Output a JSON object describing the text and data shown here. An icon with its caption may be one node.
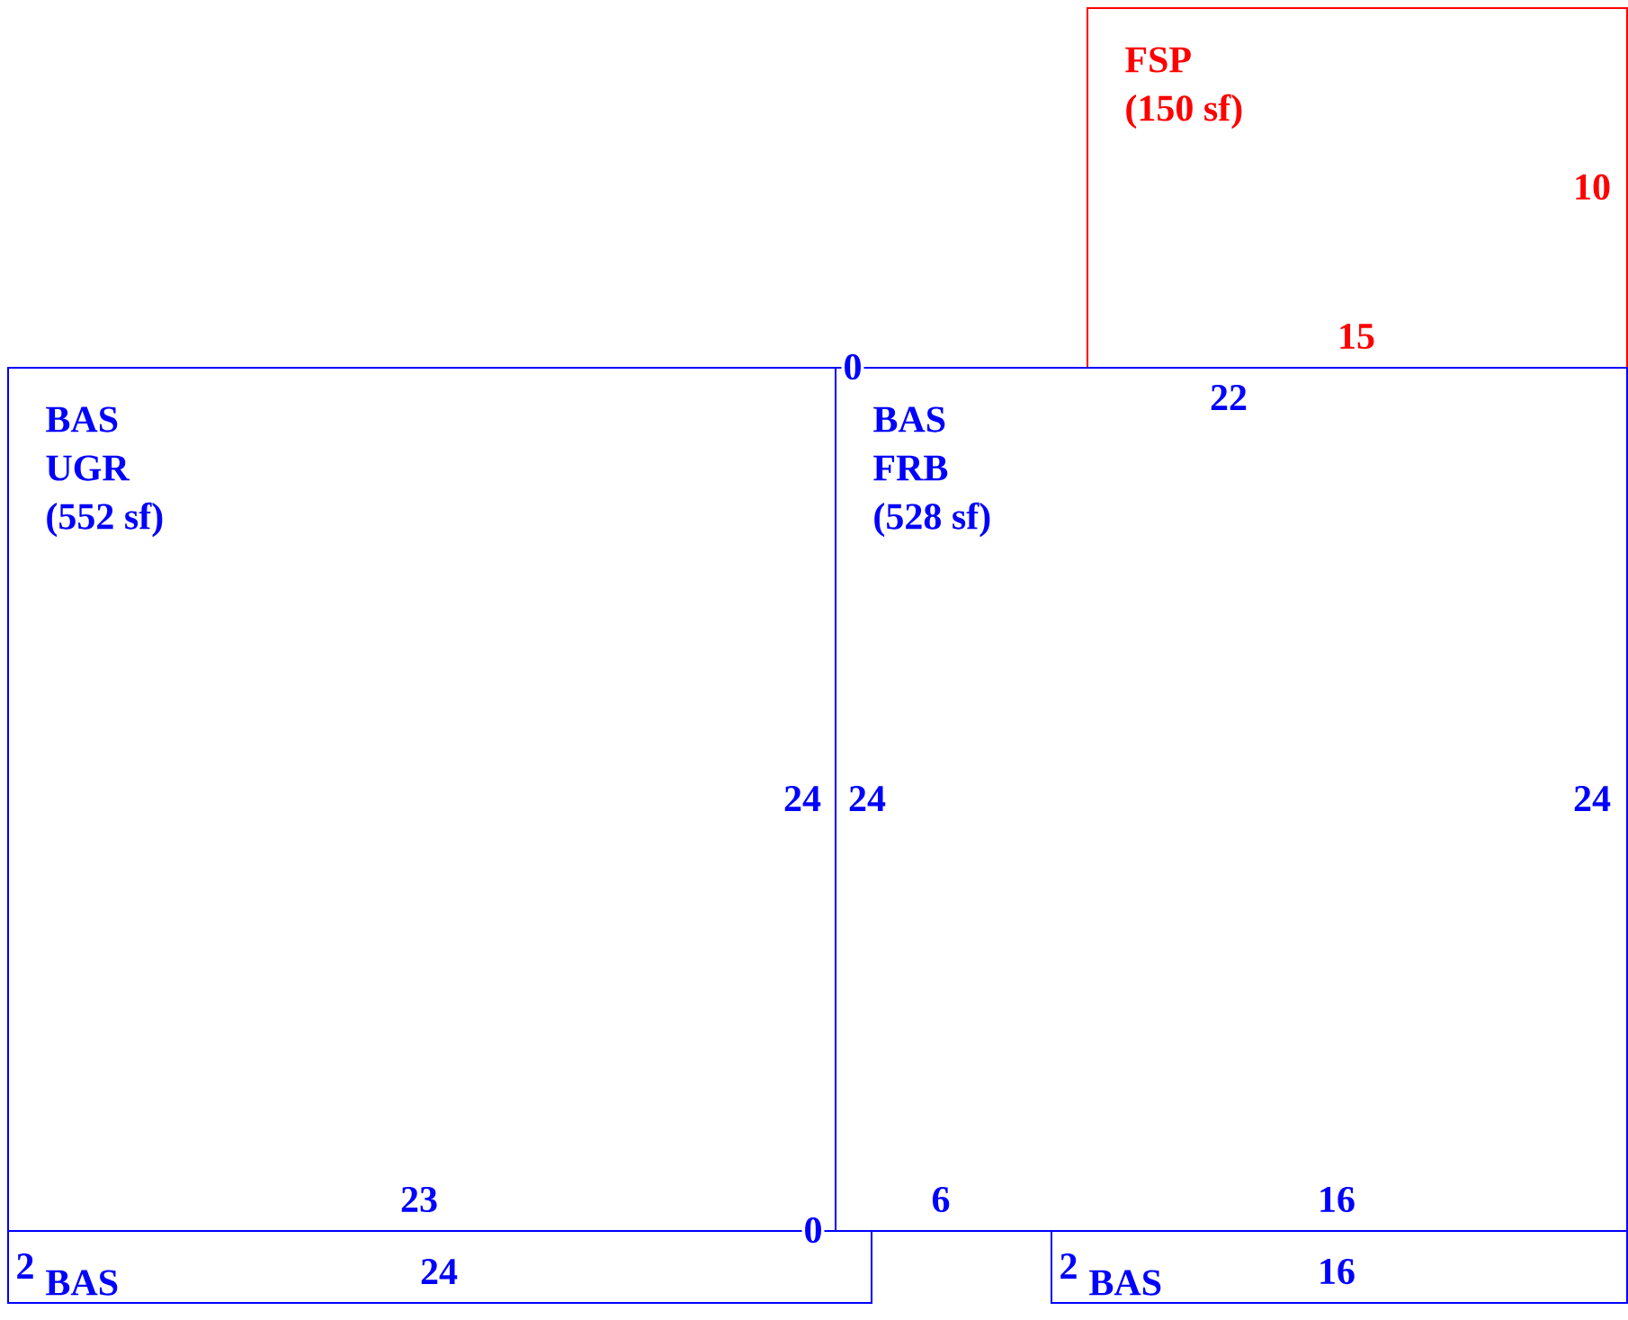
{
  "diagram": {
    "nodes": [
      {
        "text": [
          "FSP",
          "(150 sf)"
        ]
      },
      {
        "text": [
          "BAS",
          "UGR",
          "(552 sf)"
        ]
      },
      {
        "text": [
          "BAS",
          "FRB",
          "(528 sf)"
        ]
      },
      {
        "text": [
          "BAS"
        ]
      },
      {
        "text": [
          "BAS"
        ]
      }
    ],
    "labels": [
      "10",
      "15",
      "0",
      "22",
      "24",
      "24",
      "24",
      "23",
      "0",
      "6",
      "16",
      "2",
      "24",
      "2",
      "16"
    ]
  }
}
